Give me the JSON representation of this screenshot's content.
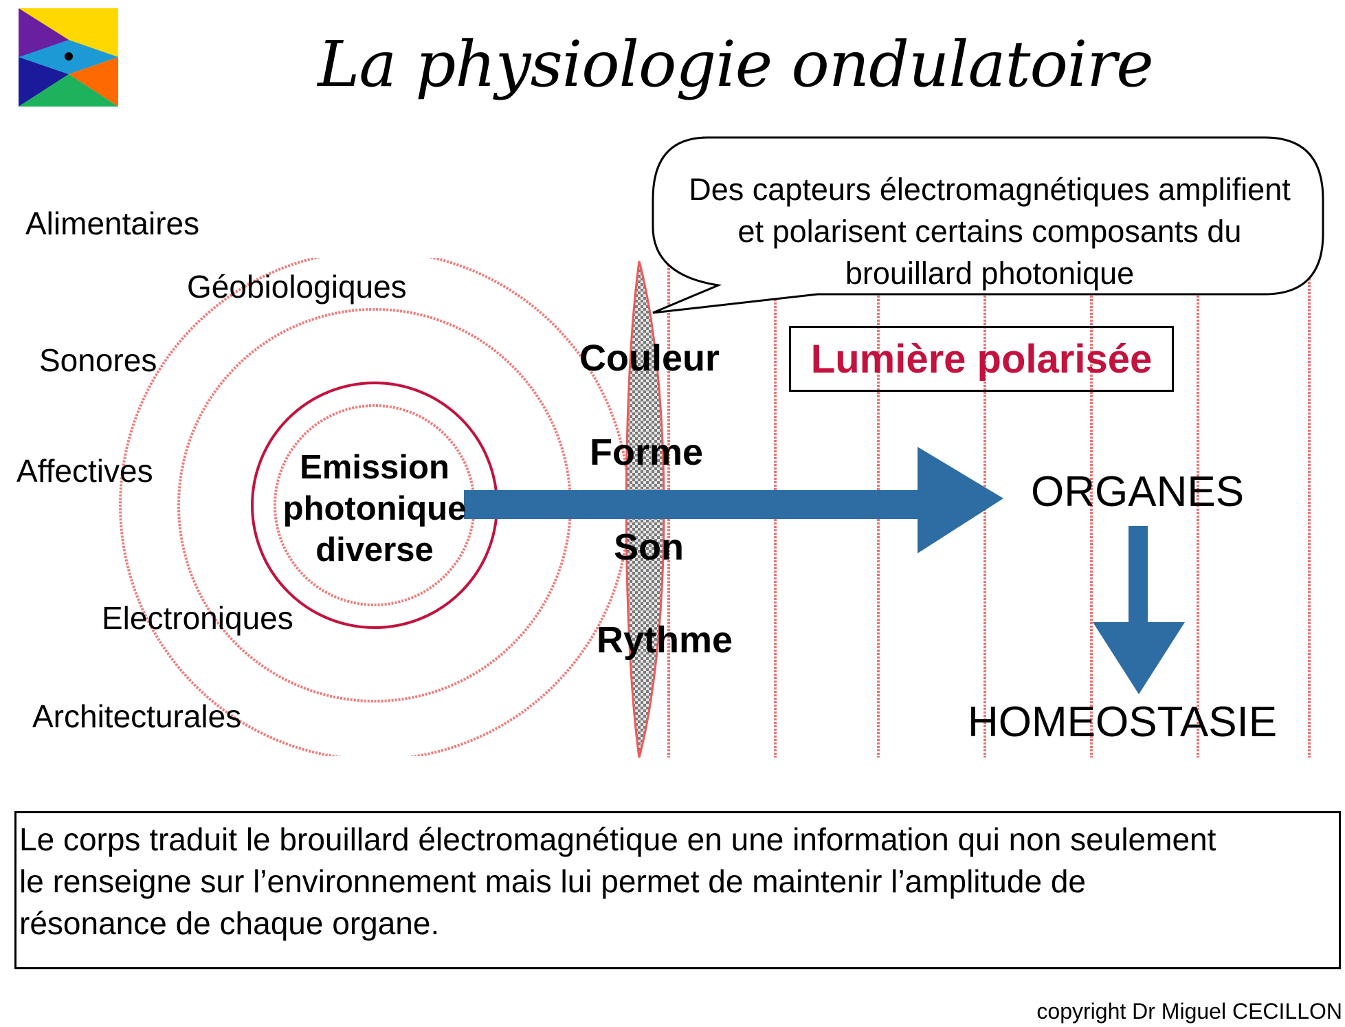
{
  "title": "La physiologie ondulatoire",
  "sources": {
    "alimentaires": "Alimentaires",
    "geobiologiques": "Géobiologiques",
    "sonores": "Sonores",
    "affectives": "Affectives",
    "electroniques": "Electroniques",
    "architecturales": "Architecturales"
  },
  "emission": [
    "Emission",
    "photonique",
    "diverse"
  ],
  "attributes": {
    "couleur": "Couleur",
    "forme": "Forme",
    "son": "Son",
    "rythme": "Rythme"
  },
  "bubble_lines": [
    "Des capteurs électromagnétiques amplifient",
    "et polarisent certains composants du",
    "brouillard photonique"
  ],
  "polarized_light": "Lumière polarisée",
  "organs": "ORGANES",
  "homeostasis": "HOMEOSTASIE",
  "caption_lines": [
    "Le corps traduit le brouillard électromagnétique en une information qui non seulement",
    "le renseigne sur l’environnement mais lui permet de maintenir l’amplitude de",
    "résonance de chaque organe."
  ],
  "copyright": "copyright Dr Miguel CECILLON",
  "colors": {
    "arrow": "#2e6da4",
    "wave": "#ee5a5a",
    "inner_circle": "#c3123e",
    "highlight_text": "#c3123e",
    "logo": [
      "#6a1fa0",
      "#ffd800",
      "#1d9ad6",
      "#ff6a00",
      "#1a1a9a",
      "#1db35c"
    ]
  }
}
